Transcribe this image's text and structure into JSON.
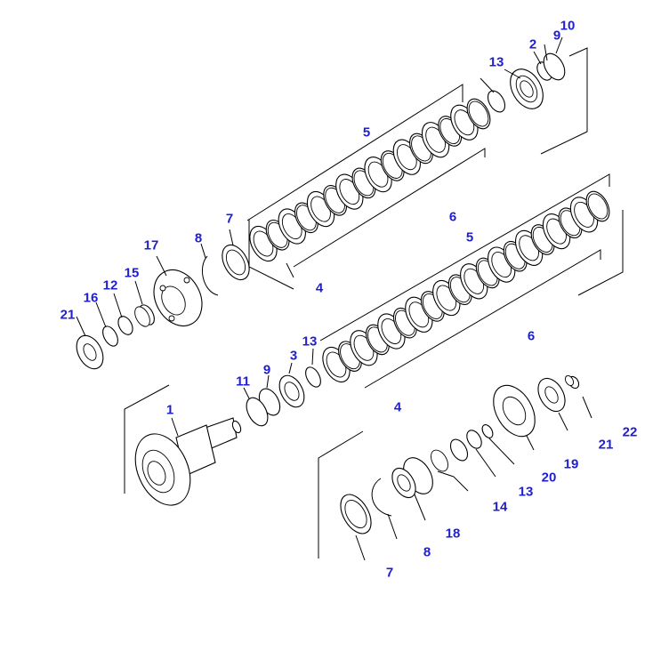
{
  "colors": {
    "callout": "#1f1fcf",
    "line": "#000000",
    "paper": "#ffffff"
  },
  "callouts": [
    {
      "id": "c10",
      "text": "10"
    },
    {
      "id": "c9a",
      "text": "9"
    },
    {
      "id": "c2",
      "text": "2"
    },
    {
      "id": "c13a",
      "text": "13"
    },
    {
      "id": "c5a",
      "text": "5"
    },
    {
      "id": "c6a",
      "text": "6"
    },
    {
      "id": "c7a",
      "text": "7"
    },
    {
      "id": "c8a",
      "text": "8"
    },
    {
      "id": "c17",
      "text": "17"
    },
    {
      "id": "c15",
      "text": "15"
    },
    {
      "id": "c12",
      "text": "12"
    },
    {
      "id": "c16",
      "text": "16"
    },
    {
      "id": "c21a",
      "text": "21"
    },
    {
      "id": "c4a",
      "text": "4"
    },
    {
      "id": "c5b",
      "text": "5"
    },
    {
      "id": "c6b",
      "text": "6"
    },
    {
      "id": "c13b",
      "text": "13"
    },
    {
      "id": "c3",
      "text": "3"
    },
    {
      "id": "c9b",
      "text": "9"
    },
    {
      "id": "c11",
      "text": "11"
    },
    {
      "id": "c1",
      "text": "1"
    },
    {
      "id": "c4b",
      "text": "4"
    },
    {
      "id": "c22",
      "text": "22"
    },
    {
      "id": "c21b",
      "text": "21"
    },
    {
      "id": "c19",
      "text": "19"
    },
    {
      "id": "c20",
      "text": "20"
    },
    {
      "id": "c13c",
      "text": "13"
    },
    {
      "id": "c14",
      "text": "14"
    },
    {
      "id": "c18",
      "text": "18"
    },
    {
      "id": "c8b",
      "text": "8"
    },
    {
      "id": "c7b",
      "text": "7"
    }
  ]
}
